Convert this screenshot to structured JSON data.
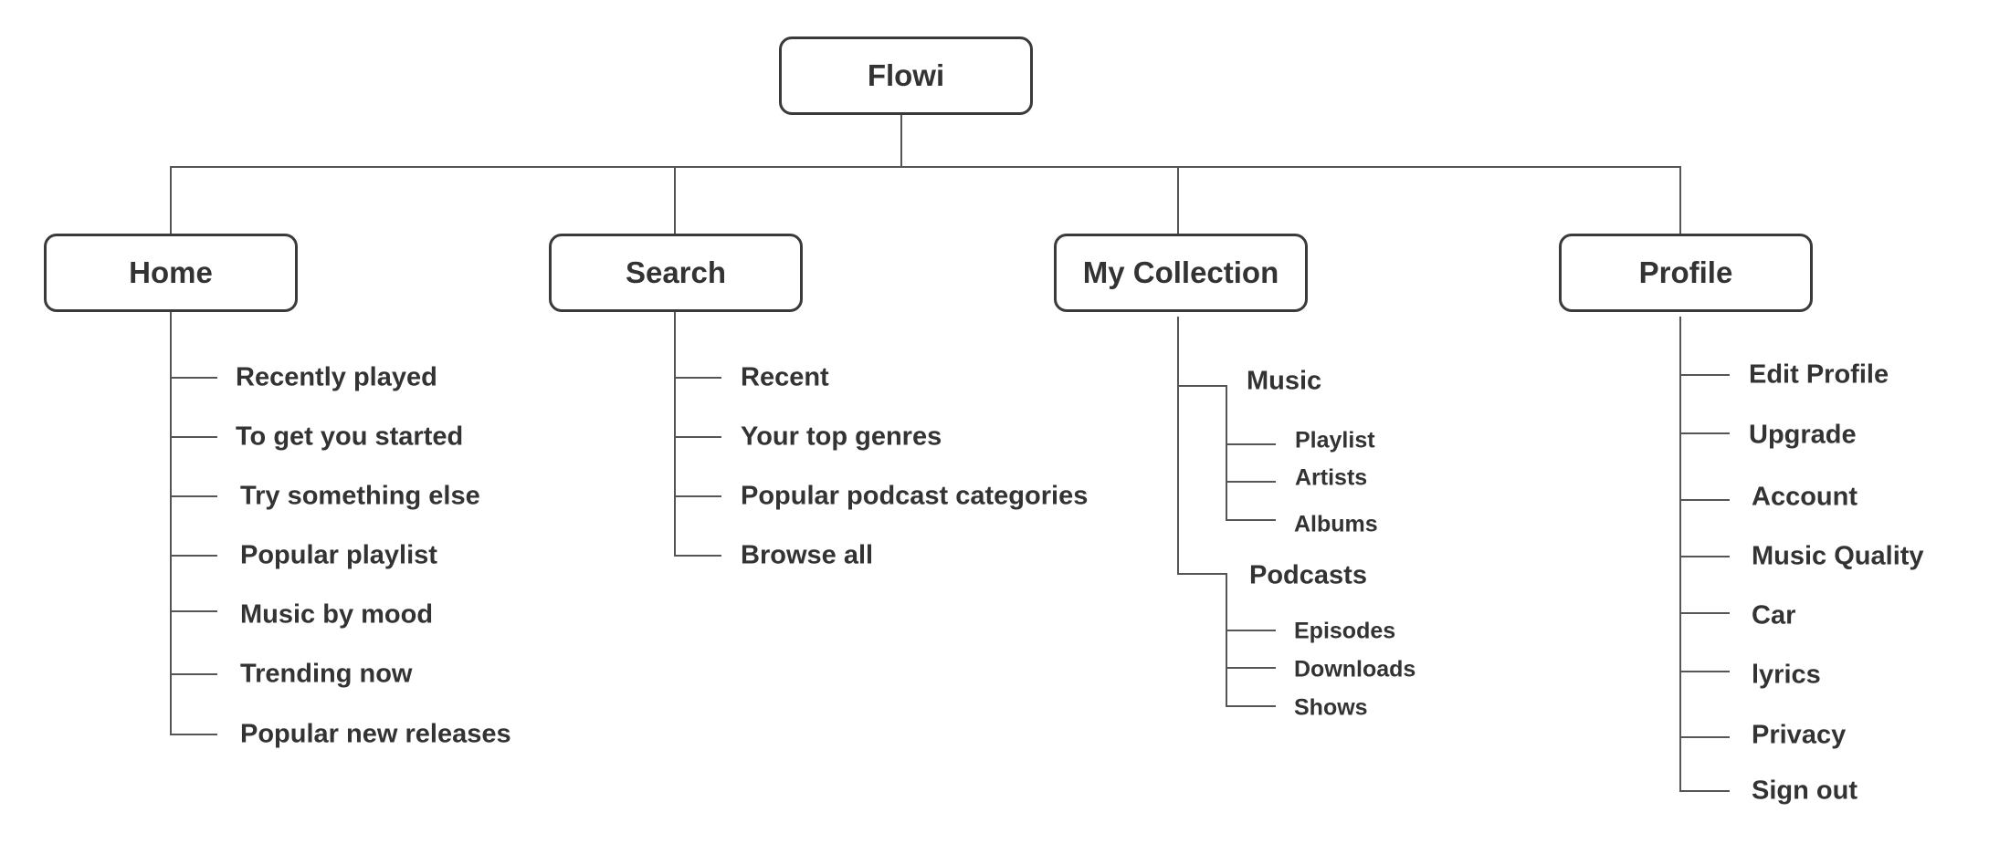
{
  "tree": {
    "root": {
      "label": "Flowi"
    },
    "sections": [
      {
        "label": "Home",
        "items": [
          "Recently played",
          "To get you started",
          "Try something else",
          "Popular playlist",
          "Music by mood",
          "Trending now",
          "Popular new releases"
        ]
      },
      {
        "label": "Search",
        "items": [
          "Recent",
          "Your top genres",
          "Popular podcast categories",
          "Browse all"
        ]
      },
      {
        "label": "My Collection",
        "groups": [
          {
            "label": "Music",
            "items": [
              "Playlist",
              "Artists",
              "Albums"
            ]
          },
          {
            "label": "Podcasts",
            "items": [
              "Episodes",
              "Downloads",
              "Shows"
            ]
          }
        ]
      },
      {
        "label": "Profile",
        "items": [
          "Edit Profile",
          "Upgrade",
          "Account",
          "Music Quality",
          "Car",
          "lyrics",
          "Privacy",
          "Sign out"
        ]
      }
    ]
  },
  "colors": {
    "line": "#555555",
    "border": "#3a3a3a",
    "text": "#333333"
  }
}
